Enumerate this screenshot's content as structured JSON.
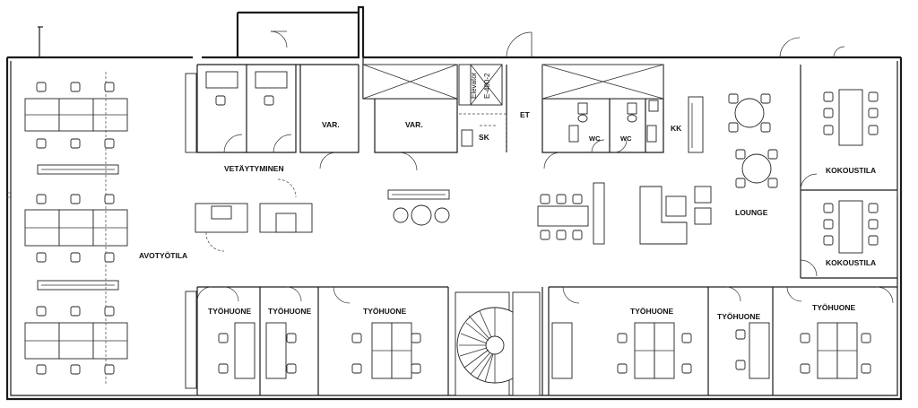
{
  "rooms": {
    "vetaytyminen": "VETÄYTYMINEN",
    "avotyotila": "AVOTYÖTILA",
    "var1": "VAR.",
    "var2": "VAR.",
    "sk": "SK",
    "et": "ET",
    "wc1": "WC",
    "wc2": "WC",
    "kk": "KK",
    "lounge": "LOUNGE",
    "kokoustila1": "KOKOUSTILA",
    "kokoustila2": "KOKOUSTILA",
    "tyohuone1": "TYÖHUONE",
    "tyohuone2": "TYÖHUONE",
    "tyohuone3": "TYÖHUONE",
    "tyohuone4": "TYÖHUONE",
    "tyohuone5": "TYÖHUONE",
    "tyohuone6": "TYÖHUONE"
  },
  "elevator": {
    "line1": "Elevator",
    "line2": "E-400-2"
  }
}
